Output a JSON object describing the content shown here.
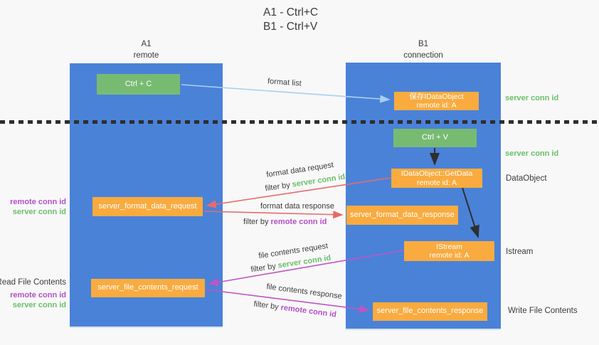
{
  "title": {
    "line1": "A1 - Ctrl+C",
    "line2": "B1 - Ctrl+V"
  },
  "columns": {
    "a1": {
      "name": "A1",
      "subtitle": "remote"
    },
    "b1": {
      "name": "B1",
      "subtitle": "connection"
    }
  },
  "nodes": {
    "ctrl_c": {
      "label": "Ctrl + C"
    },
    "save_dataobject": {
      "line1": "保存IDataObject",
      "line2": "remote id: A"
    },
    "ctrl_v": {
      "label": "Ctrl + V"
    },
    "getdata": {
      "line1": "IDataObject::GetData",
      "line2": "remote id: A"
    },
    "format_request": {
      "label": "server_format_data_request"
    },
    "format_response": {
      "label": "server_format_data_response"
    },
    "istream": {
      "line1": "IStream",
      "line2": "remote id: A"
    },
    "file_request": {
      "label": "server_file_contents_request"
    },
    "file_response": {
      "label": "server_file_contents_response"
    }
  },
  "edge_labels": {
    "format_list": "format list",
    "format_request_l1": "format data request",
    "format_request_l2_prefix": "filter by ",
    "format_request_l2_key": "server conn id",
    "format_response_l1": "format data response",
    "format_response_l2_prefix": "filter by ",
    "format_response_l2_key": "remote conn id",
    "file_request_l1": "file contents request",
    "file_request_l2_prefix": "filter by ",
    "file_request_l2_key": "server conn id",
    "file_response_l1": "file contents response",
    "file_response_l2_prefix": "filter by ",
    "file_response_l2_key": "remote conn id"
  },
  "side_labels": {
    "right_server_conn_top": "server conn id",
    "right_server_conn_mid": "server conn id",
    "right_dataobject": "DataObject",
    "right_istream": "Istream",
    "right_write_file": "Write File Contents",
    "left_remote_conn_top": "remote conn id",
    "left_server_conn_top": "server conn id",
    "left_read_file": "Read File Contents",
    "left_remote_conn_bottom": "remote conn id",
    "left_server_conn_bottom": "server conn id"
  },
  "colors": {
    "column_blue": "#4a82d8",
    "box_orange": "#f9ab3f",
    "box_green": "#77bb72",
    "text_green": "#6abf69",
    "text_purple": "#b44fc8",
    "arrow_red": "#e86b6b",
    "arrow_blue": "#a9cfee",
    "arrow_magenta": "#c055c5",
    "arrow_black": "#2e2e2e",
    "background": "#f8f8f8"
  }
}
